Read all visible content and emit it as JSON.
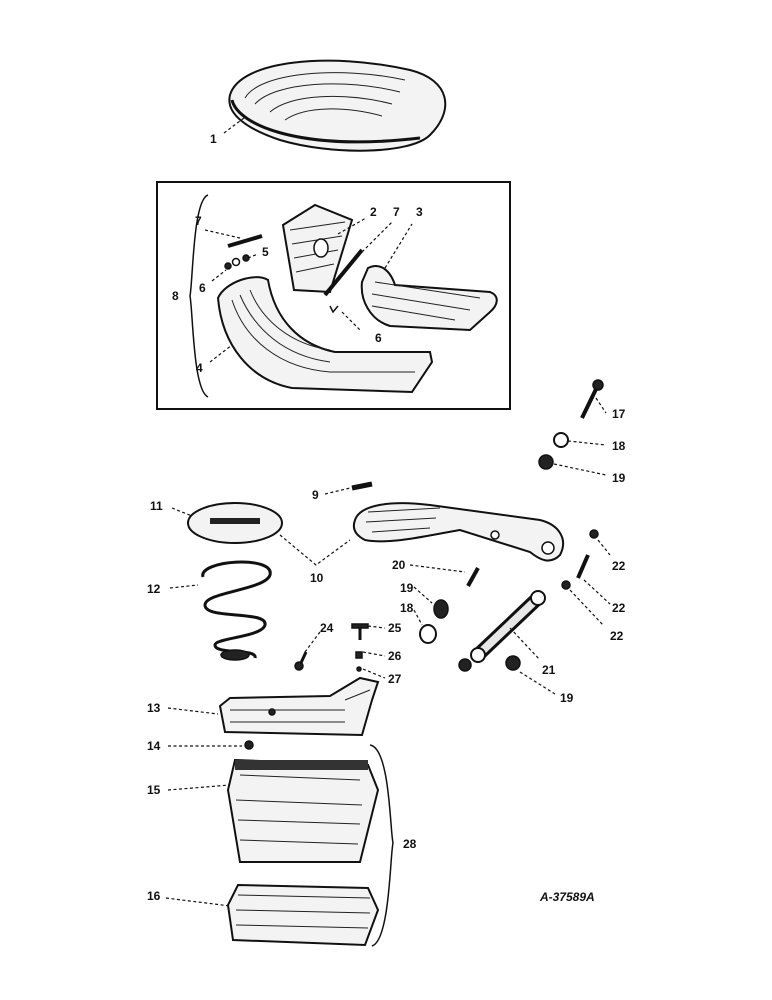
{
  "diagram": {
    "drawing_code": "A-37589A",
    "callouts": {
      "c1": "1",
      "c2": "2",
      "c3": "3",
      "c4": "4",
      "c5": "5",
      "c6a": "6",
      "c6b": "6",
      "c7a": "7",
      "c7b": "7",
      "c8": "8",
      "c9": "9",
      "c10": "10",
      "c11": "11",
      "c12": "12",
      "c13": "13",
      "c14": "14",
      "c15": "15",
      "c16": "16",
      "c17": "17",
      "c18a": "18",
      "c18b": "18",
      "c19a": "19",
      "c19b": "19",
      "c19c": "19",
      "c20": "20",
      "c21": "21",
      "c22a": "22",
      "c22b": "22",
      "c22c": "22",
      "c24": "24",
      "c25": "25",
      "c26": "26",
      "c27": "27",
      "c28": "28"
    }
  }
}
